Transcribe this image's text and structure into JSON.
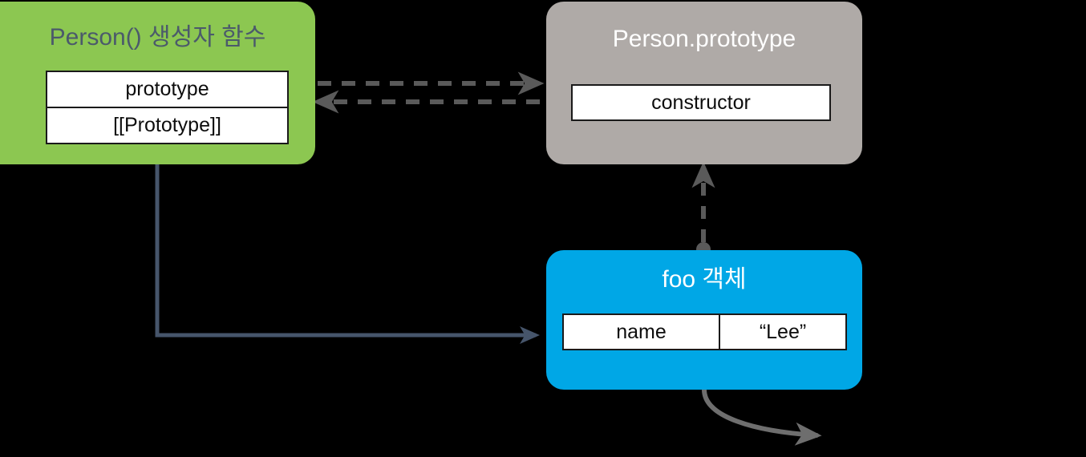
{
  "diagram": {
    "title": "JavaScript prototype relationship diagram",
    "background": "#000000",
    "nodes": {
      "person_constructor": {
        "title": "Person() 생성자 함수",
        "fill": "#8cc751",
        "title_color": "#4b5a6b",
        "rows": [
          {
            "key": "prototype"
          },
          {
            "key": "[[Prototype]]"
          }
        ]
      },
      "person_prototype": {
        "title": "Person.prototype",
        "fill": "#afaaa7",
        "title_color": "#ffffff",
        "rows": [
          {
            "key": "constructor"
          }
        ]
      },
      "foo_object": {
        "title": "foo 객체",
        "fill": "#00a7e6",
        "title_color": "#ffffff",
        "rows": [
          {
            "key": "name",
            "value": "“Lee”"
          }
        ]
      }
    },
    "connectors": [
      {
        "name": "prototype-to-person-prototype",
        "style": "dashed",
        "color": "#5a5a5a",
        "from": "person_constructor.prototype",
        "to": "person_prototype"
      },
      {
        "name": "constructor-to-person",
        "style": "dashed",
        "color": "#5a5a5a",
        "from": "person_prototype.constructor",
        "to": "person_constructor"
      },
      {
        "name": "foo-prototype-link",
        "style": "dashed",
        "color": "#5a5a5a",
        "from": "foo_object",
        "to": "person_prototype"
      },
      {
        "name": "person-creates-foo",
        "style": "solid",
        "color": "#46556b",
        "from": "person_constructor",
        "to": "foo_object"
      },
      {
        "name": "foo-outgoing-curve",
        "style": "solid-curved",
        "color": "#6e6e6e",
        "from": "foo_object",
        "to": "off-screen"
      }
    ]
  }
}
